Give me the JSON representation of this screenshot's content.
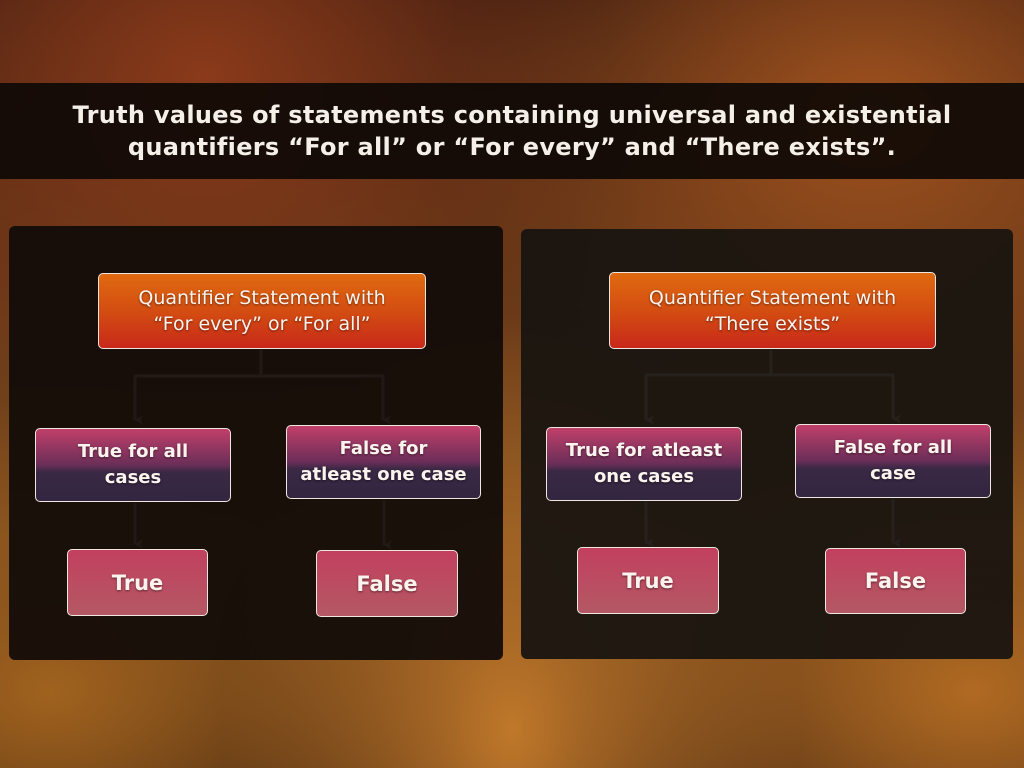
{
  "title": {
    "line1": "Truth values of statements containing universal and existential",
    "line2": "quantifiers “For all” or “For every” and “There exists”."
  },
  "colors": {
    "root_top": "#e06a10",
    "root_bottom": "#c8281a",
    "mid_top": "#c0406a",
    "mid_bottom": "#322640",
    "leaf": "#bb4c60",
    "arrow": "#f0ece0"
  },
  "diagrams": [
    {
      "root": {
        "line1": "Quantifier Statement with",
        "line2": "“For every” or “For all”"
      },
      "branches": [
        {
          "condition_line1": "True for all",
          "condition_line2": "cases",
          "result": "True"
        },
        {
          "condition_line1": "False for",
          "condition_line2": "atleast one case",
          "result": "False"
        }
      ]
    },
    {
      "root": {
        "line1": "Quantifier Statement with",
        "line2": "“There exists”"
      },
      "branches": [
        {
          "condition_line1": "True for atleast",
          "condition_line2": "one cases",
          "result": "True"
        },
        {
          "condition_line1": "False for all",
          "condition_line2": "case",
          "result": "False"
        }
      ]
    }
  ]
}
